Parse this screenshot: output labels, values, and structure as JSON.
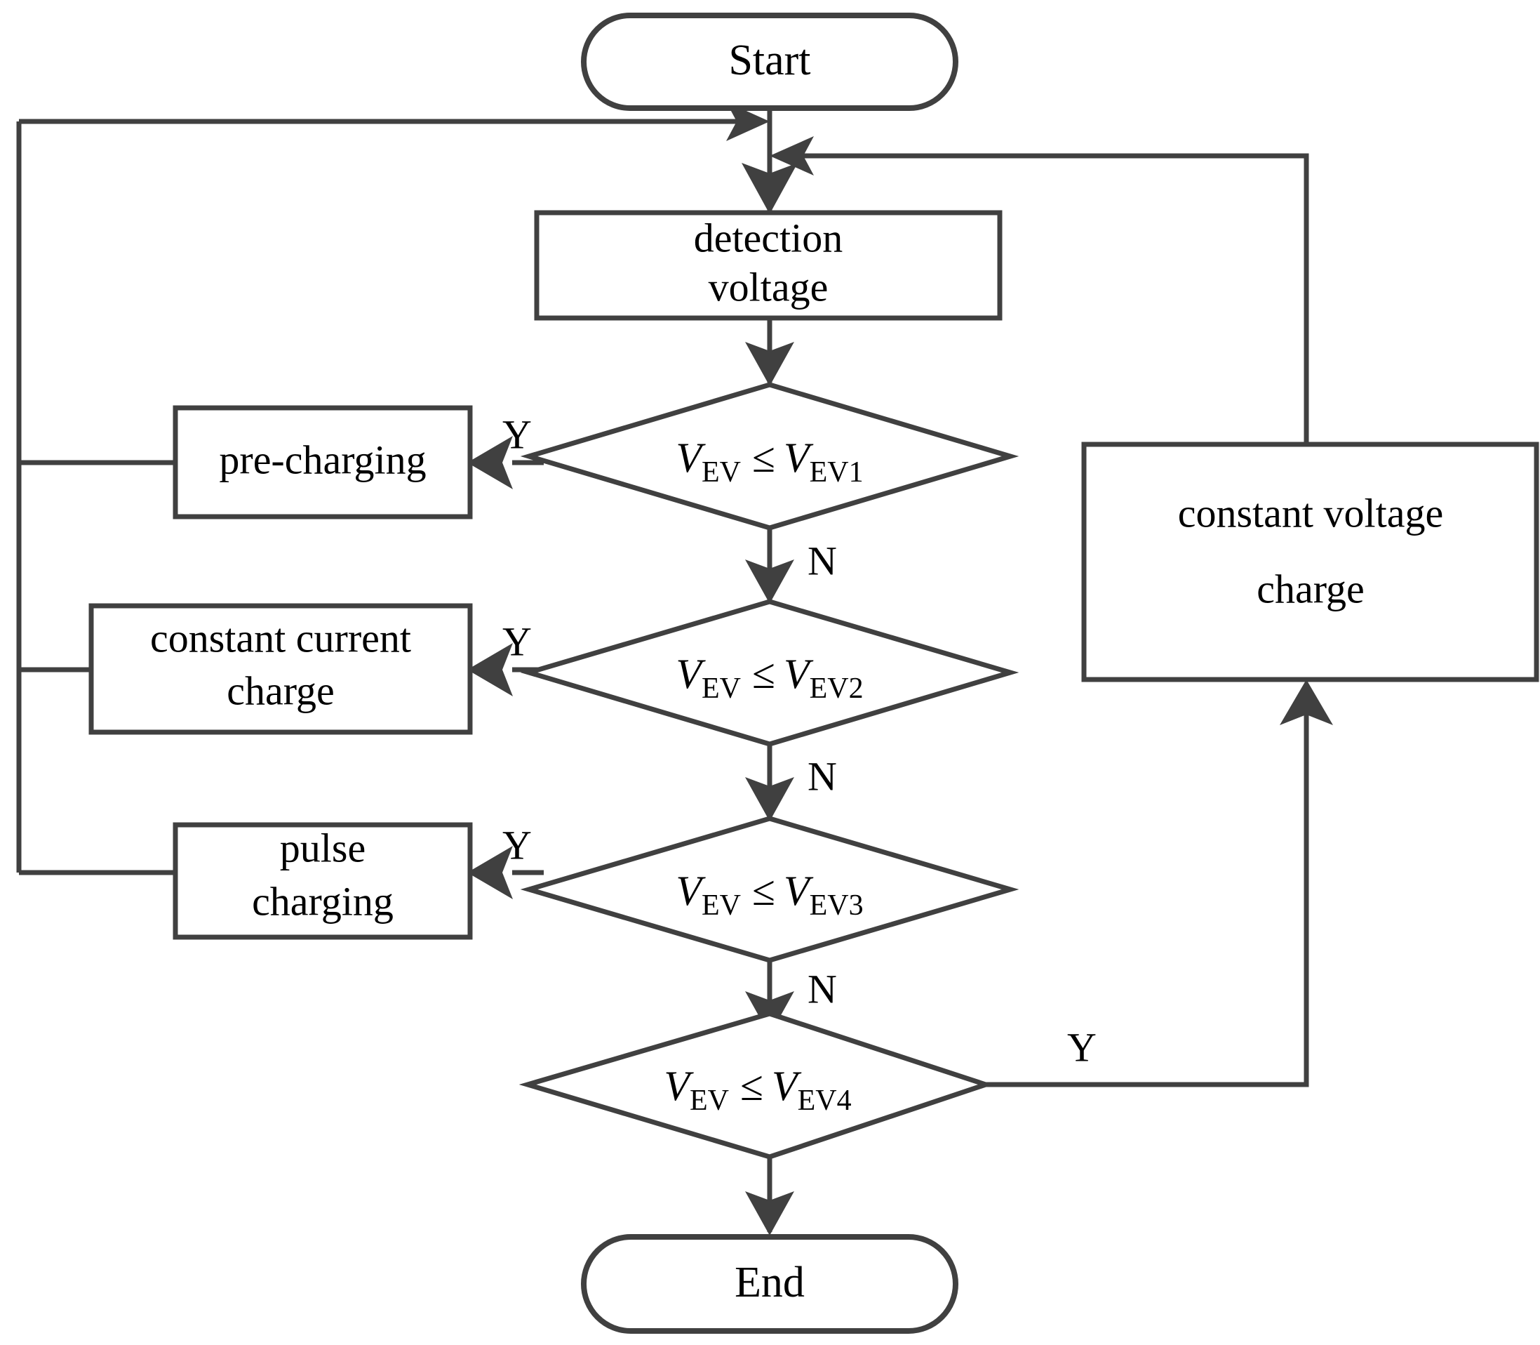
{
  "diagram": {
    "type": "flowchart",
    "title": "EV battery charging control flowchart",
    "colors": {
      "stroke": "#404040",
      "fill": "#ffffff",
      "text": "#000000",
      "background": "#ffffff"
    },
    "nodes": [
      {
        "id": "start",
        "shape": "terminator",
        "label": "Start"
      },
      {
        "id": "detect",
        "shape": "process",
        "label_line1": "detection",
        "label_line2": "voltage"
      },
      {
        "id": "d1",
        "shape": "decision",
        "var": "V",
        "sub": "EV",
        "op": "≤",
        "var2": "V",
        "sub2": "EV1"
      },
      {
        "id": "d2",
        "shape": "decision",
        "var": "V",
        "sub": "EV",
        "op": "≤",
        "var2": "V",
        "sub2": "EV2"
      },
      {
        "id": "d3",
        "shape": "decision",
        "var": "V",
        "sub": "EV",
        "op": "≤",
        "var2": "V",
        "sub2": "EV3"
      },
      {
        "id": "d4",
        "shape": "decision",
        "var": "V",
        "sub": "EV",
        "op": "≤",
        "var2": "V",
        "sub2": "EV4"
      },
      {
        "id": "pre",
        "shape": "process",
        "label_line1": "pre-charging",
        "label_line2": ""
      },
      {
        "id": "cc",
        "shape": "process",
        "label_line1": "constant current",
        "label_line2": "charge"
      },
      {
        "id": "pulse",
        "shape": "process",
        "label_line1": "pulse",
        "label_line2": "charging"
      },
      {
        "id": "cv",
        "shape": "process",
        "label_line1": "constant voltage",
        "label_line2": "charge"
      },
      {
        "id": "end",
        "shape": "terminator",
        "label": "End"
      }
    ],
    "edge_labels": {
      "d1_yes": "Y",
      "d1_no": "N",
      "d2_yes": "Y",
      "d2_no": "N",
      "d3_yes": "Y",
      "d3_no": "N",
      "d4_yes": "Y"
    }
  }
}
